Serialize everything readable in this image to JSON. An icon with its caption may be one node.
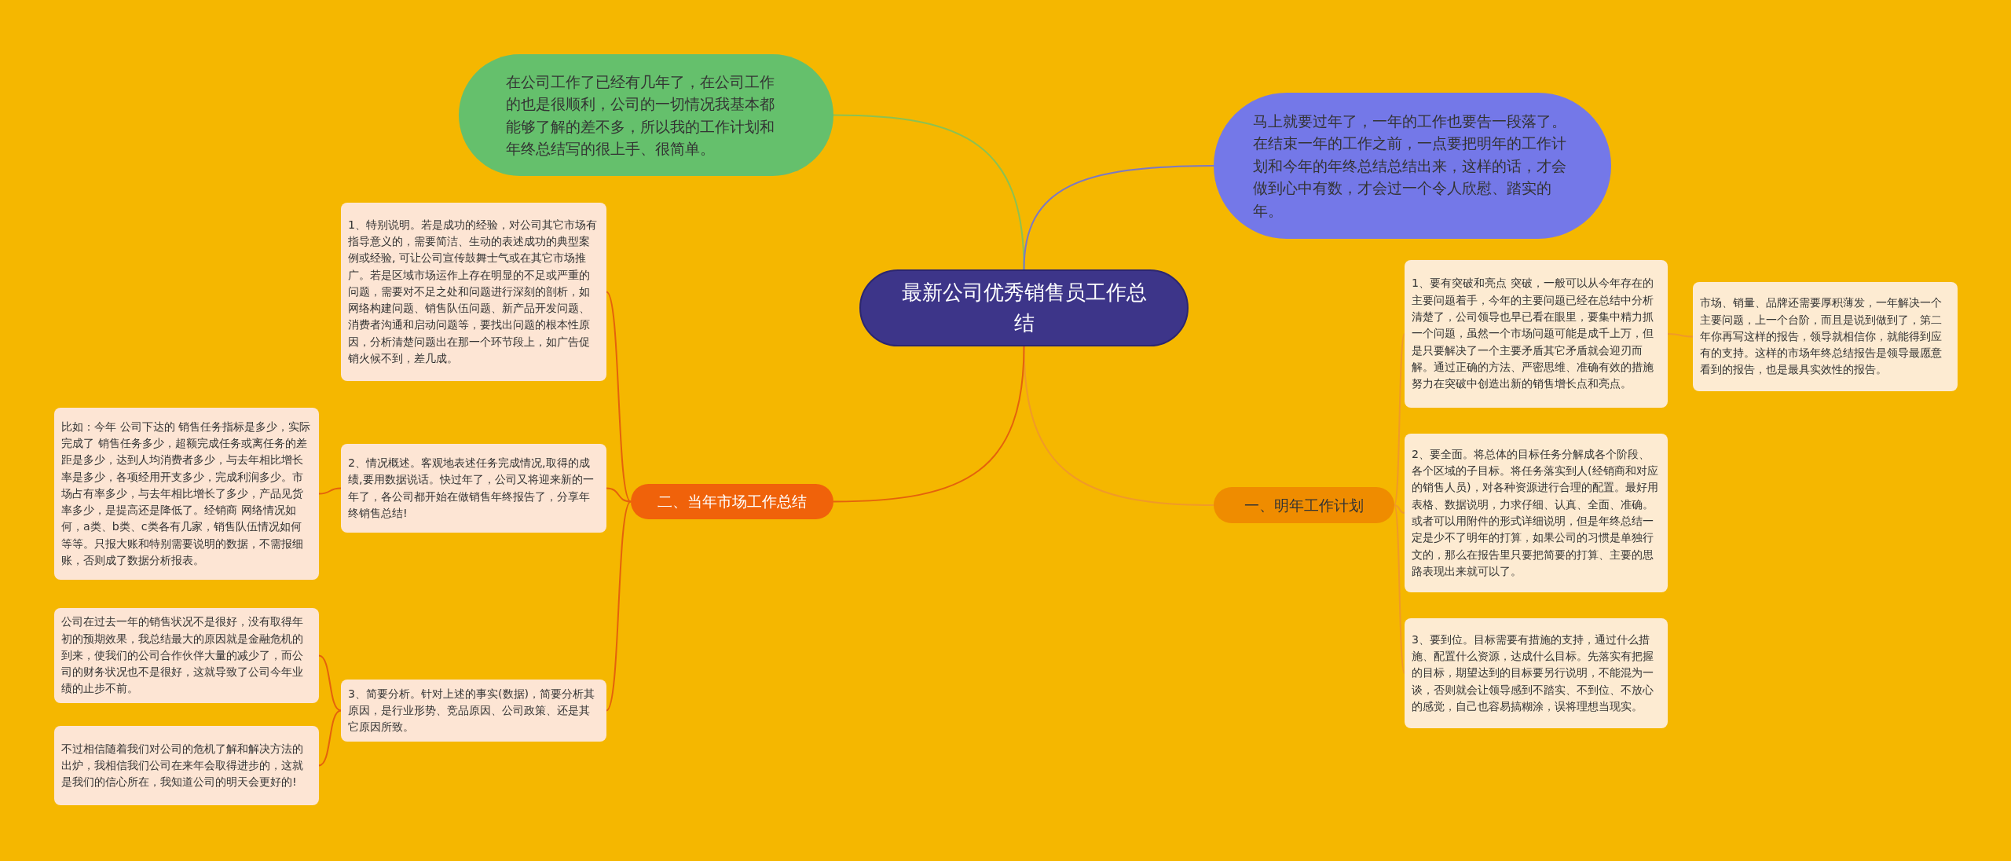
{
  "diagram": {
    "nodes": [
      {
        "text": [
          "最新公司优秀销售员工作总结"
        ]
      },
      {
        "text": [
          "在公司工作了已经有几年了，在公司工作的也是很顺利，公司的一切情况我基本都能够了解的差不多，所以我的工作计划和年终总结写的很上手、很简单。"
        ]
      },
      {
        "text": [
          "马上就要过年了，一年的工作也要告一段落了。在结束一年的工作之前，一点要把明年的工作计划和今年的年终总结总结出来，这样的话，才会做到心中有数，才会过一个令人欣慰、踏实的年。"
        ]
      },
      {
        "text": [
          "一、明年工作计划"
        ]
      },
      {
        "text": [
          "1、要有突破和亮点 突破，一般可以从今年存在的主要问题着手，今年的主要问题已经在总结中分析清楚了，公司领导也早已看在眼里，要集中精力抓一个问题，虽然一个市场问题可能是成千上万，但是只要解决了一个主要矛盾其它矛盾就会迎刃而解。通过正确的方法、严密思维、准确有效的措施努力在突破中创造出新的销售增长点和亮点。"
        ]
      },
      {
        "text": [
          "市场、销量、品牌还需要厚积薄发，一年解决一个主要问题，上一个台阶，而且是说到做到了，第二年你再写这样的报告，领导就相信你，就能得到应有的支持。这样的市场年终总结报告是领导最愿意看到的报告，也是最具实效性的报告。"
        ]
      },
      {
        "text": [
          "2、要全面。将总体的目标任务分解成各个阶段、各个区域的子目标。将任务落实到人(经销商和对应的销售人员)，对各种资源进行合理的配置。最好用表格、数据说明，力求仔细、认真、全面、准确。或者可以用附件的形式详细说明，但是年终总结一定是少不了明年的打算，如果公司的习惯是单独行文的，那么在报告里只要把简要的打算、主要的思路表现出来就可以了。"
        ]
      },
      {
        "text": [
          "3、要到位。目标需要有措施的支持，通过什么措施、配置什么资源，达成什么目标。先落实有把握的目标，期望达到的目标要另行说明，不能混为一谈，否则就会让领导感到不踏实、不到位、不放心的感觉，自己也容易搞糊涂，误将理想当现实。"
        ]
      },
      {
        "text": [
          "二、当年市场工作总结"
        ]
      },
      {
        "text": [
          "1、特别说明。若是成功的经验，对公司其它市场有指导意义的，需要简洁、生动的表述成功的典型案例或经验, 可让公司宣传鼓舞士气或在其它市场推广。若是区域市场运作上存在明显的不足或严重的问题，需要对不足之处和问题进行深刻的剖析，如网络构建问题、销售队伍问题、新产品开发问题、消费者沟通和启动问题等，要找出问题的根本性原因，分析清楚问题出在那一个环节段上，如广告促销火候不到，差几成。"
        ]
      },
      {
        "text": [
          "2、情况概述。客观地表述任务完成情况,取得的成绩,要用数据说话。快过年了，公司又将迎来新的一年了，各公司都开始在做销售年终报告了，分享年终销售总结!"
        ]
      },
      {
        "text": [
          "比如：今年 公司下达的 销售任务指标是多少，实际完成了 销售任务多少，超额完成任务或离任务的差距是多少，达到人均消费者多少，与去年相比增长率是多少，各项经用开支多少，完成利润多少。市场占有率多少，与去年相比增长了多少，产品见货率多少，是提高还是降低了。经销商 网络情况如何，a类、b类、c类各有几家，销售队伍情况如何等等。只报大账和特别需要说明的数据，不需报细账，否则成了数据分析报表。"
        ]
      },
      {
        "text": [
          "3、简要分析。针对上述的事实(数据)，简要分析其原因，是行业形势、竞品原因、公司政策、还是其它原因所致。"
        ]
      },
      {
        "text": [
          "公司在过去一年的销售状况不是很好，没有取得年初的预期效果，我总结最大的原因就是金融危机的到来，使我们的公司合作伙伴大量的减少了，而公司的财务状况也不是很好，这就导致了公司今年业绩的止步不前。"
        ]
      },
      {
        "text": [
          "不过相信随着我们对公司的危机了解和解决方法的出炉，我相信我们公司在来年会取得进步的，这就是我们的信心所在，我知道公司的明天会更好的!"
        ]
      }
    ],
    "edges": [
      {
        "from": 0,
        "to": 1,
        "arrow": "none",
        "color": "#8cc152"
      },
      {
        "from": 0,
        "to": 2,
        "arrow": "none",
        "color": "#7b78c4"
      },
      {
        "from": 0,
        "to": 3,
        "arrow": "none",
        "color": "#f09a28"
      },
      {
        "from": 3,
        "to": 4,
        "arrow": "none",
        "color": "#f09a28"
      },
      {
        "from": 4,
        "to": 5,
        "arrow": "none",
        "color": "#f09a28"
      },
      {
        "from": 3,
        "to": 6,
        "arrow": "none",
        "color": "#f09a28"
      },
      {
        "from": 3,
        "to": 7,
        "arrow": "none",
        "color": "#f09a28"
      },
      {
        "from": 0,
        "to": 8,
        "arrow": "none"
      },
      {
        "from": 8,
        "to": 9,
        "arrow": "none"
      },
      {
        "from": 8,
        "to": 10,
        "arrow": "none"
      },
      {
        "from": 10,
        "to": 11,
        "arrow": "none"
      },
      {
        "from": 8,
        "to": 12,
        "arrow": "none"
      },
      {
        "from": 12,
        "to": 13,
        "arrow": "none"
      },
      {
        "from": 12,
        "to": 14,
        "arrow": "none"
      }
    ]
  }
}
